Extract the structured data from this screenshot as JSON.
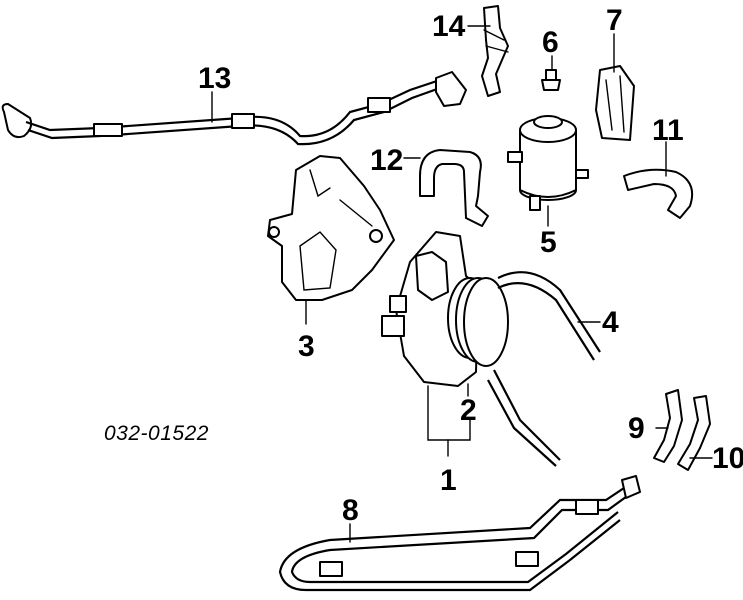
{
  "diagram_code": "032-01522",
  "callouts": {
    "c1": "1",
    "c2": "2",
    "c3": "3",
    "c4": "4",
    "c5": "5",
    "c6": "6",
    "c7": "7",
    "c8": "8",
    "c9": "9",
    "c10": "10",
    "c11": "11",
    "c12": "12",
    "c13": "13",
    "c14": "14"
  }
}
